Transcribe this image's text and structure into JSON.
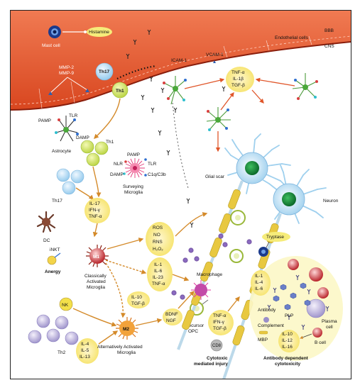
{
  "barrier": {
    "bbb": "BBB",
    "cns": "CNS",
    "endothelial": "Endothelial cells",
    "icam": "ICAM-1",
    "vcam": "VCAM-1"
  },
  "mast": {
    "label": "Mast cell",
    "histamine": "Histamine"
  },
  "mmp": {
    "mmp2": "MMP-2",
    "mmp9": "MMP-9"
  },
  "cells": {
    "th17_top": "Th17",
    "th1_top": "Th1",
    "th1_mid": "Th1",
    "th17_mid": "Th17",
    "th2": "Th2",
    "astrocyte": "Astrocyte",
    "dc": "DC",
    "inkt": "iNKT",
    "anergy": "Anergy",
    "nk": "NK",
    "m1": "M1",
    "m1_label_1": "Classically",
    "m1_label_2": "Activated",
    "m1_label_3": "Microglia",
    "m2": "M2",
    "m2_label_1": "Alternatively Activated",
    "m2_label_2": "Microglia",
    "surveying_1": "Surveying",
    "surveying_2": "Microglia",
    "macrophage": "Macrophage",
    "precursor_1": "Precursor",
    "precursor_2": "OPC",
    "cd8": "CD8",
    "cytotoxic_1": "Cytotoxic",
    "cytotoxic_2": "mediated injury",
    "glial_scar": "Glial scar",
    "neuron": "Neuron",
    "plasma_1": "Plasma",
    "plasma_2": "cell",
    "bcell": "B cell"
  },
  "receptors": {
    "tlr_astro": "TLR",
    "pamp_astro": "PAMP",
    "damp_astro": "DAMP",
    "pamp_mg": "PAMP",
    "tlr_mg": "TLR",
    "nlr_mg": "NLR",
    "damp_mg": "DAMP",
    "c1q_mg": "C1q/C3b"
  },
  "cytokines": {
    "top": [
      "TNF-α",
      "IL-1β",
      "TGF-β"
    ],
    "th17": [
      "IL-17",
      "IFN-γ",
      "TNF-α"
    ],
    "ros": [
      "ROS",
      "NO",
      "RNS",
      "H₂O₂"
    ],
    "m1out": [
      "IL-1",
      "IL-6",
      "IL-23",
      "TNF-α"
    ],
    "m2in": [
      "IL-10",
      "TGF-β"
    ],
    "bdnf": [
      "BDNF",
      "NGF"
    ],
    "th2": [
      "IL-4",
      "IL-5",
      "IL-13"
    ],
    "cd8": [
      "TNF-α",
      "IFN-γ",
      "TGF-β"
    ],
    "bc_left": [
      "IL-1",
      "IL-4",
      "IL-6"
    ],
    "bc_bottom": [
      "IL-10",
      "IL-12",
      "IL-16"
    ]
  },
  "antibody": {
    "tryptase": "Tryptase",
    "antibody": "Antibody",
    "plp": "PLP",
    "complement": "Complement",
    "mbp": "MBP",
    "title_1": "Antibody dependent",
    "title_2": "cytotoxicity"
  },
  "colors": {
    "vessel": "#e8593a",
    "vessel_dark": "#b8321a",
    "cytokine_fill": "#f5ec7a",
    "arrow": "#c98a2a",
    "axon": "#e8c840",
    "neuron": "#bfe0f5"
  }
}
